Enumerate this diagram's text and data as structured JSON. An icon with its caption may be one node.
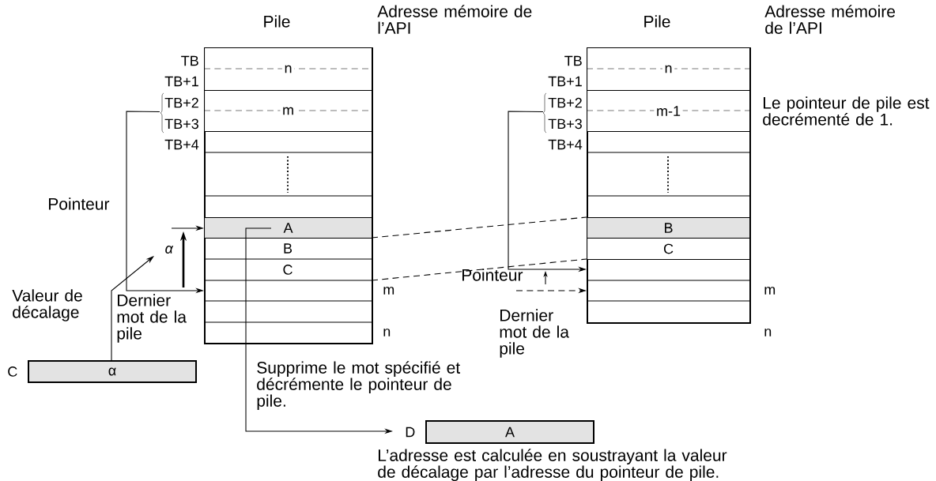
{
  "diagram": {
    "nodes": [
      {
        "text": [
          "Pile"
        ]
      },
      {
        "text": [
          "n"
        ],
        "in": 0
      },
      {
        "text": [
          "m"
        ],
        "in": 0
      },
      {
        "text": [
          "A"
        ],
        "in": 0
      },
      {
        "text": [
          "B"
        ],
        "in": 0
      },
      {
        "text": [
          "C"
        ],
        "in": 0
      },
      {
        "text": [
          "Pile"
        ]
      },
      {
        "text": [
          "n"
        ],
        "in": 6
      },
      {
        "text": [
          "m-1"
        ],
        "in": 6
      },
      {
        "text": [
          "B"
        ],
        "in": 6
      },
      {
        "text": [
          "C"
        ],
        "in": 6
      },
      {
        "text": [
          "α"
        ],
        "beside": [
          "C"
        ]
      },
      {
        "text": [
          "A"
        ],
        "beside": [
          "D"
        ]
      },
      {
        "text": [
          "TB+2",
          "TB+3"
        ]
      },
      {
        "text": [
          "TB+2",
          "TB+3"
        ]
      }
    ],
    "edges": [
      {
        "from": 13,
        "to": 0,
        "arrow": "to"
      },
      {
        "from": 11,
        "to": null,
        "arrow": "to",
        "label": "α"
      },
      {
        "from": null,
        "to": 3,
        "arrow": "to"
      },
      {
        "from": 3,
        "to": 12,
        "arrow": "to"
      },
      {
        "from": 0,
        "to": 6,
        "arrow": "none",
        "style": "dashed"
      },
      {
        "from": 0,
        "to": 6,
        "arrow": "none",
        "style": "dashed"
      },
      {
        "from": 14,
        "to": 6,
        "arrow": "to"
      },
      {
        "from": null,
        "to": 6,
        "arrow": "to",
        "style": "dashed"
      }
    ],
    "labels": [
      "Adresse mémoire de l’API",
      "Adresse mémoire de l’API",
      "TB",
      "TB+1",
      "TB+4",
      "TB",
      "TB+1",
      "TB+4",
      "Le pointeur de pile est decrémenté de 1.",
      "Pointeur",
      "Valeur de décalage",
      "Dernier mot de la pile",
      "m",
      "n",
      "Pointeur",
      "Dernier mot de la pile",
      "m",
      "n",
      "Supprime le mot spécifié et décrémente le pointeur de pile.",
      "L’adresse est calculée en soustrayant la valeur de décalage par l’adresse du pointeur de pile."
    ]
  }
}
